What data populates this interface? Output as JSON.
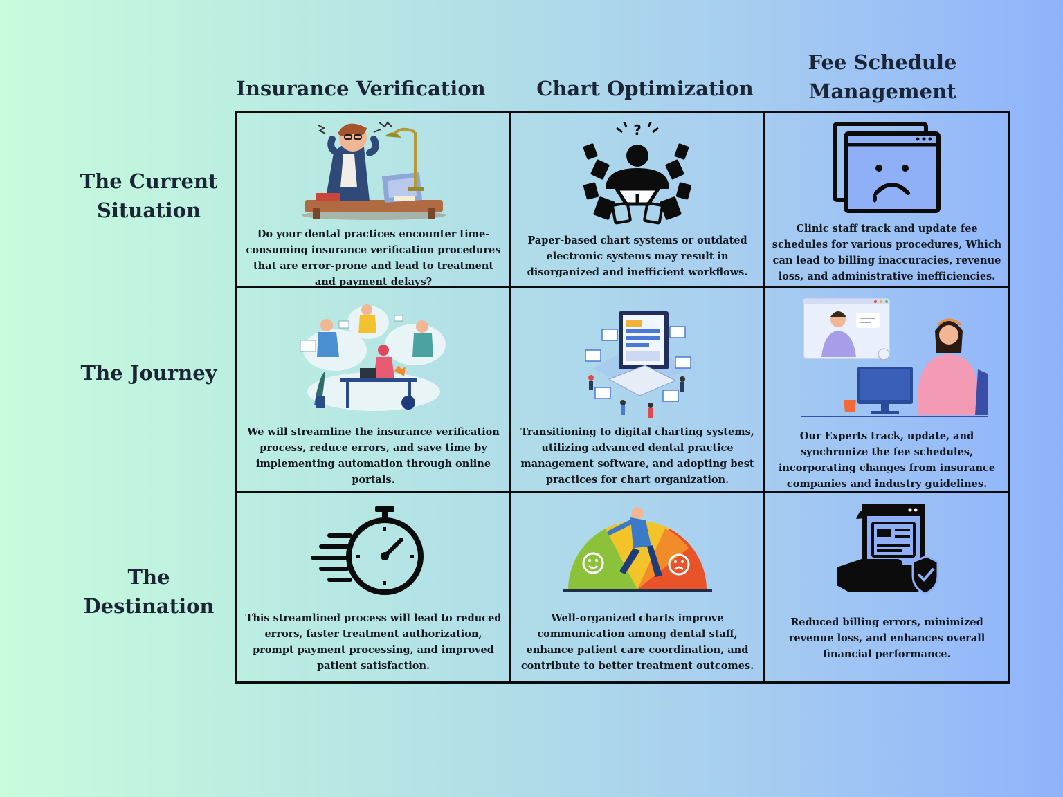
{
  "columns": [
    {
      "title": "Insurance Verification"
    },
    {
      "title": "Chart Optimization"
    },
    {
      "title_line1": "Fee Schedule",
      "title_line2": "Management"
    }
  ],
  "rows": [
    {
      "title_line1": "The Current",
      "title_line2": "Situation"
    },
    {
      "title": "The Journey"
    },
    {
      "title": "The Destination"
    }
  ],
  "cells": {
    "current": {
      "insurance": {
        "text": "Do your dental practices encounter time-consuming insurance verification procedures that are error-prone and lead to treatment and payment delays?",
        "icon": "stressed-worker-illustration"
      },
      "chart": {
        "text": "Paper-based chart systems or outdated electronic systems may result in disorganized and inefficient workflows.",
        "icon": "confused-paperwork-icon"
      },
      "fee": {
        "text": "Clinic staff track and update fee schedules for various procedures, Which can lead to billing inaccuracies, revenue loss, and administrative inefficiencies.",
        "icon": "sad-browser-window-icon"
      }
    },
    "journey": {
      "insurance": {
        "text": "We will streamline the insurance verification process, reduce errors, and save time by implementing automation through online portals.",
        "icon": "team-collaboration-illustration"
      },
      "chart": {
        "text": "Transitioning to digital charting systems, utilizing advanced dental practice management software, and adopting best practices for chart organization.",
        "icon": "digital-system-illustration"
      },
      "fee": {
        "text": "Our Experts track, update, and synchronize the fee schedules, incorporating changes from insurance companies and industry guidelines.",
        "icon": "video-call-support-illustration"
      }
    },
    "destination": {
      "insurance": {
        "text": "This streamlined process will lead to reduced errors, faster treatment authorization, prompt payment processing, and improved patient satisfaction.",
        "icon": "fast-stopwatch-icon"
      },
      "chart": {
        "text": "Well-organized charts improve communication among dental staff, enhance patient care coordination, and contribute to better treatment outcomes.",
        "icon": "satisfaction-gauge-illustration"
      },
      "fee": {
        "text": "Reduced billing errors, minimized revenue loss, and enhances overall financial performance.",
        "icon": "secure-dashboard-hand-icon"
      }
    }
  },
  "colors": {
    "grid_border": "#0c0c0c",
    "heading": "#1b2535",
    "background_left": "#c7fcdc",
    "background_right": "#8fb3fb"
  }
}
